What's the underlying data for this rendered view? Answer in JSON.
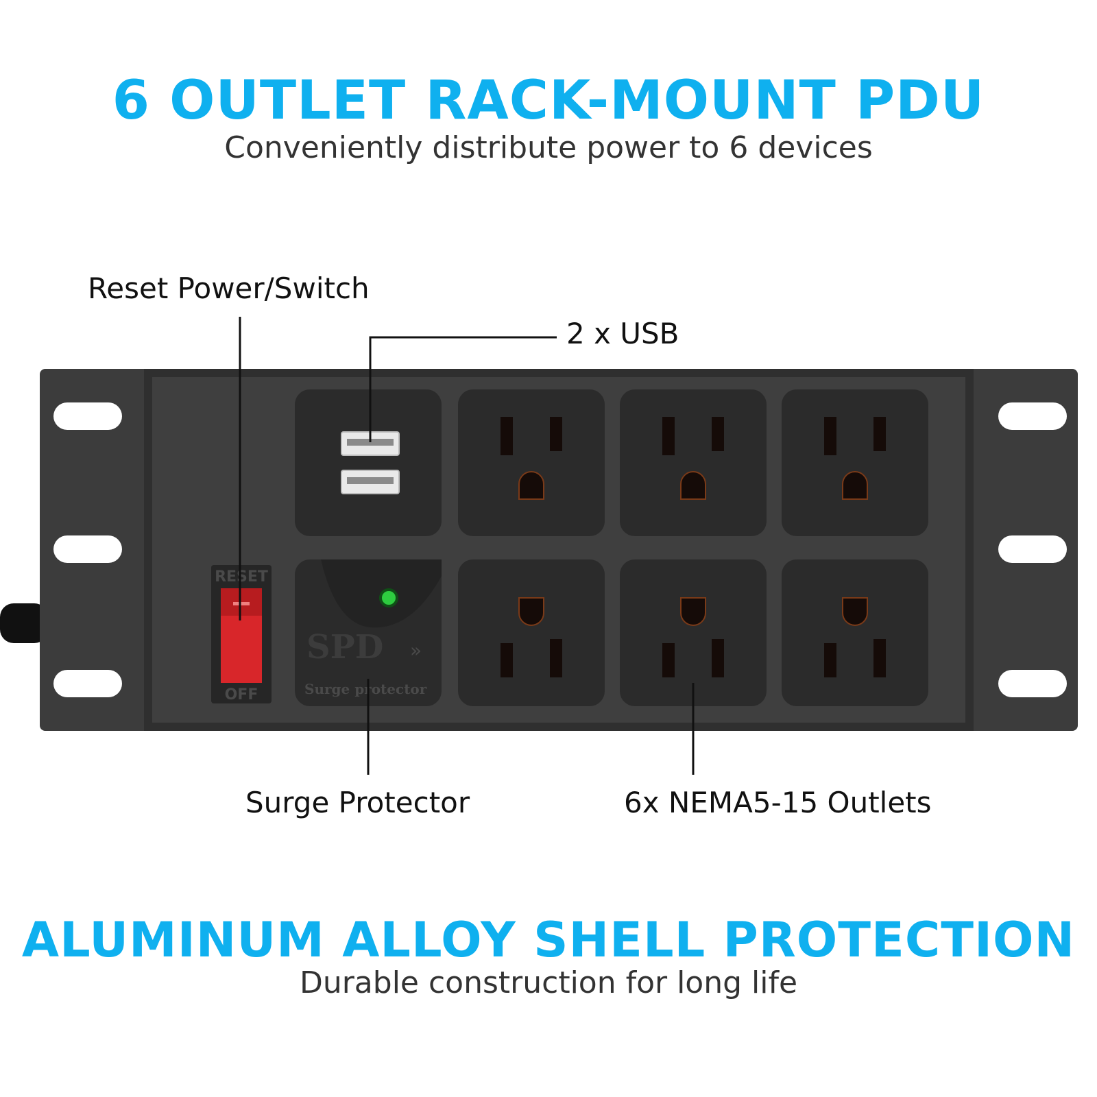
{
  "header": {
    "title": "6 OUTLET RACK-MOUNT PDU",
    "subtitle": "Conveniently distribute power to 6 devices"
  },
  "callouts": {
    "reset": "Reset Power/Switch",
    "usb": "2 x USB",
    "surge": "Surge Protector",
    "outlets": "6x NEMA5-15 Outlets"
  },
  "device_labels": {
    "switch_top": "RESET",
    "switch_bottom": "OFF",
    "spd": "SPD",
    "spd_sub": "Surge protector"
  },
  "footer": {
    "title": "ALUMINUM ALLOY SHELL PROTECTION",
    "subtitle": "Durable construction for long life"
  },
  "colors": {
    "accent": "#0fb0ef",
    "body": "#3a3a3a",
    "switch": "#d8262a",
    "led": "#2ecc40"
  }
}
